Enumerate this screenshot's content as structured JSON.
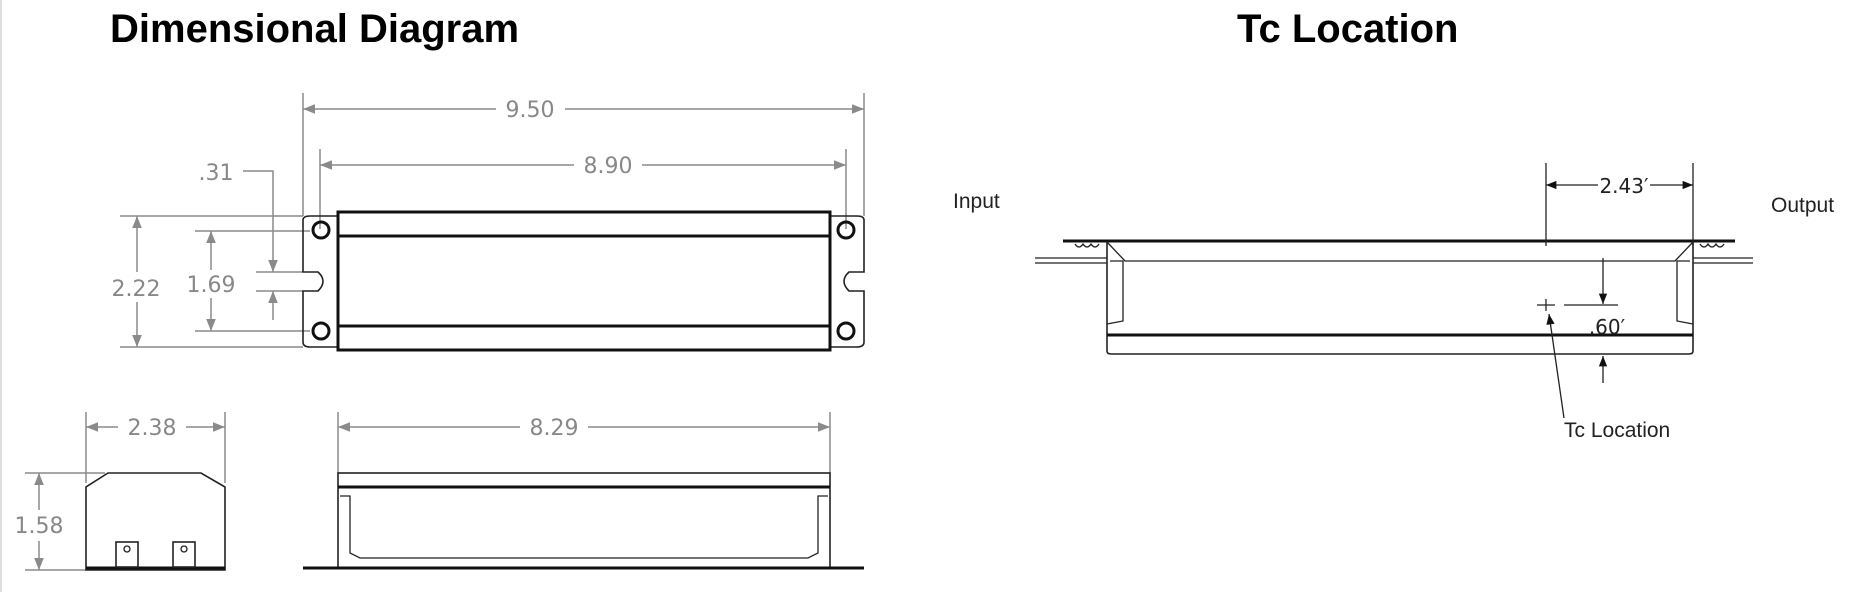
{
  "left_panel": {
    "title": "Dimensional Diagram",
    "dimensions": {
      "overall_length": "9.50",
      "mounting_length": "8.90",
      "slot_offset": ".31",
      "overall_width": "2.22",
      "mounting_width": "1.69",
      "end_width": "2.38",
      "height": "1.58",
      "body_length": "8.29"
    }
  },
  "right_panel": {
    "title": "Tc Location",
    "input_label": "Input",
    "output_label": "Output",
    "tc_label": "Tc Location",
    "dimensions": {
      "tc_from_output": "2.43′",
      "tc_from_bottom": ".60′"
    }
  }
}
